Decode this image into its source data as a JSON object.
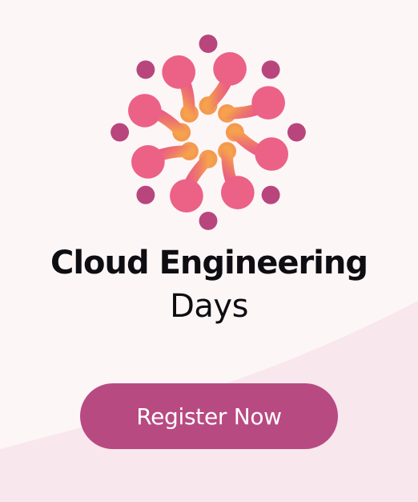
{
  "event": {
    "title": "Cloud Engineering",
    "subtitle": "Days"
  },
  "cta": {
    "label": "Register Now"
  },
  "logo": {
    "icon": "radial-molecule-logo-icon"
  },
  "colors": {
    "background": "#fdf6f7",
    "button": "#b84a82",
    "button_text": "#ffffff",
    "title_text": "#0d0d12",
    "logo_pink": "#e95a86",
    "logo_orange": "#f6a14c",
    "logo_dot": "#b8467c"
  }
}
